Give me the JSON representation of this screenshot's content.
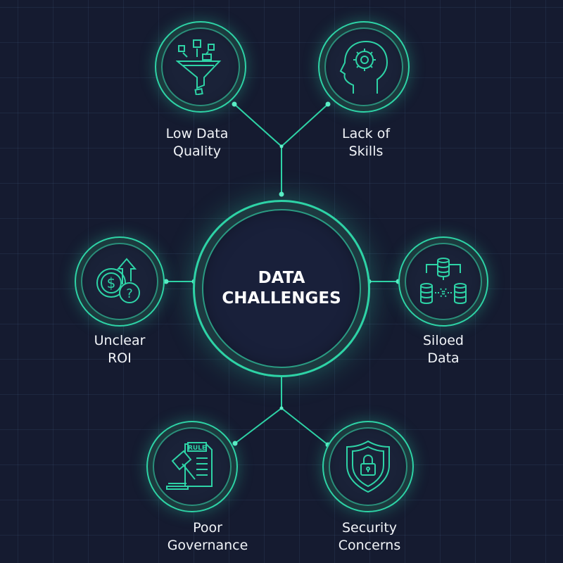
{
  "center": {
    "title": "DATA CHALLENGES"
  },
  "nodes": [
    {
      "label": "Low Data Quality",
      "icon": "funnel-icon"
    },
    {
      "label": "Lack of Skills",
      "icon": "head-gear-icon"
    },
    {
      "label": "Unclear ROI",
      "icon": "dollar-question-icon"
    },
    {
      "label": "Siloed Data",
      "icon": "database-silo-icon"
    },
    {
      "label": "Poor Governance",
      "icon": "gavel-rule-icon",
      "icon_text": "RULE"
    },
    {
      "label": "Security Concerns",
      "icon": "shield-lock-icon"
    }
  ],
  "colors": {
    "background": "#151b30",
    "accent": "#2ed3a6",
    "text": "#f1f4f8"
  }
}
